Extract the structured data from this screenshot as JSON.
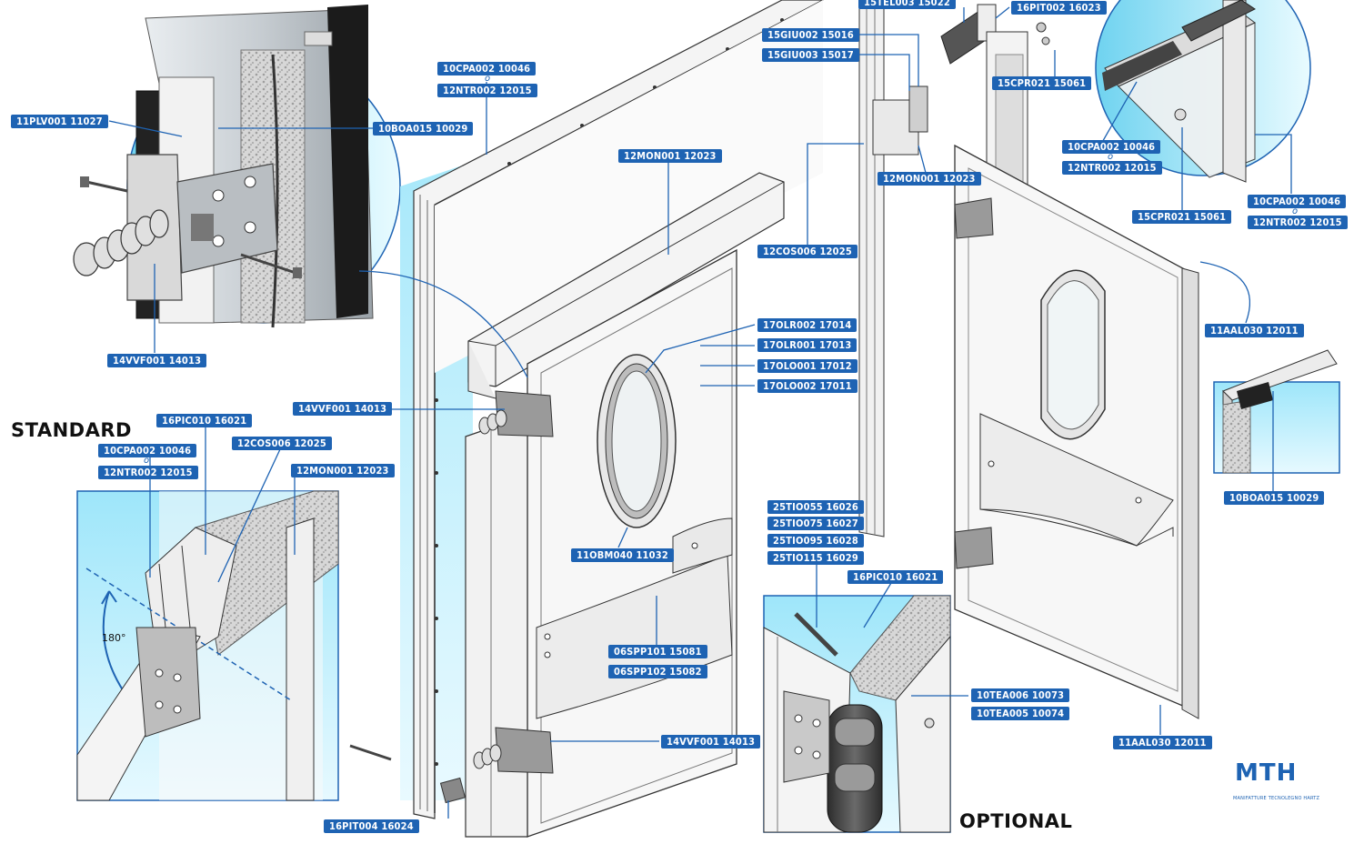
{
  "headings": {
    "standard": "STANDARD",
    "optional": "OPTIONAL",
    "angle": "180°"
  },
  "or_label": "o",
  "brand": {
    "name": "MTH",
    "subtitle": "MANIFATTURE TECNOLEGNO HARTZ"
  },
  "colors": {
    "label_bg": "#1e63b3",
    "label_text": "#ffffff",
    "leader": "#1e63b3",
    "cyan": "#7fd8f0"
  },
  "labels": {
    "top_left": {
      "plv": "11PLV001 11027",
      "boa": "10BOA015 10029",
      "vvf": "14VVF001 14013"
    },
    "center": {
      "cpa": "10CPA002 10046",
      "ntr": "12NTR002 12015",
      "mon": "12MON001 12023",
      "vvf_top": "14VVF001 14013",
      "olr2": "17OLR002 17014",
      "olr1": "17OLR001 17013",
      "olo1": "17OLO001 17012",
      "olo2": "17OLO002 17011",
      "obm": "11OBM040 11032",
      "spp1": "06SPP101 15081",
      "spp2": "06SPP102 15082",
      "vvf_bottom": "14VVF001 14013",
      "pit4": "16PIT004 16024"
    },
    "standard": {
      "pic": "16PIC010 16021",
      "cpa": "10CPA002 10046",
      "ntr": "12NTR002 12015",
      "cos": "12COS006 12025",
      "mon": "12MON001 12023"
    },
    "right": {
      "tel": "15TEL003 15022",
      "pit2": "16PIT002 16023",
      "giu2": "15GIU002 15016",
      "giu3": "15GIU003 15017",
      "cpr_a": "15CPR021 15061",
      "mon": "12MON001 12023",
      "cos": "12COS006 12025",
      "cpa_a": "10CPA002 10046",
      "ntr_a": "12NTR002 12015",
      "cpr_b": "15CPR021 15061",
      "cpa_b": "10CPA002 10046",
      "ntr_b": "12NTR002 12015",
      "aal_top": "11AAL030 12011",
      "boa": "10BOA015 10029",
      "aal_bottom": "11AAL030 12011"
    },
    "optional": {
      "tio55": "25TIO055 16026",
      "tio75": "25TIO075 16027",
      "tio95": "25TIO095 16028",
      "tio115": "25TIO115 16029",
      "pic": "16PIC010 16021",
      "tea6": "10TEA006 10073",
      "tea5": "10TEA005 10074"
    }
  }
}
